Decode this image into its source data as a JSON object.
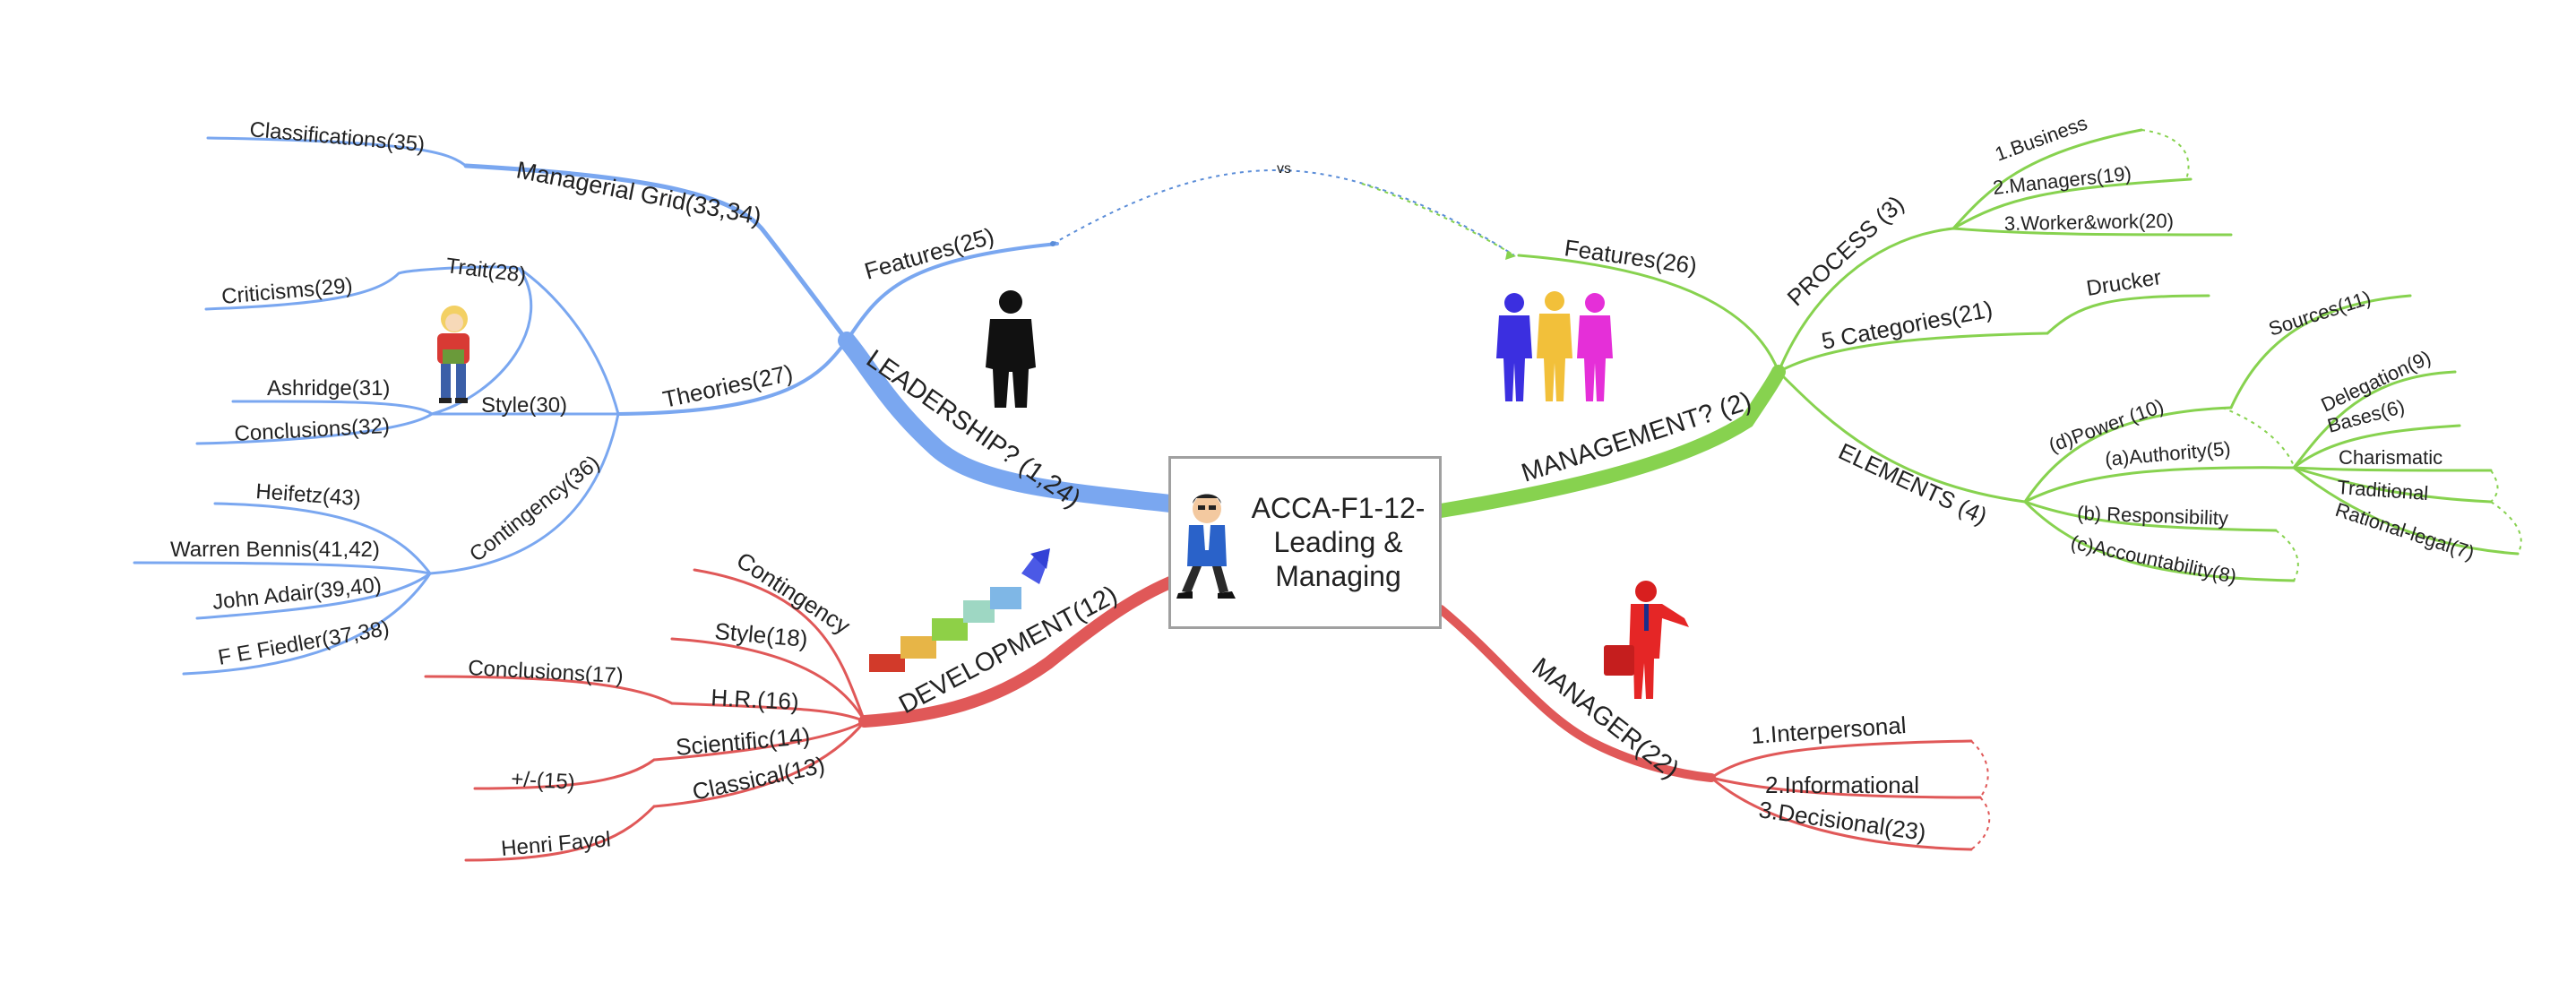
{
  "colors": {
    "leadership": "#7aa7f0",
    "management": "#87d24f",
    "development": "#e05858",
    "manager": "#e05858",
    "connector": "#5b8dd8"
  },
  "central": {
    "title": "ACCA-F1-12-\nLeading &\nManaging"
  },
  "connector": {
    "label": "vs"
  },
  "leadership": {
    "label": "LEADERSHIP? (1,24)",
    "features": "Features(25)",
    "managerial_grid": "Managerial Grid(33,34)",
    "classifications": "Classifications(35)",
    "theories": "Theories(27)",
    "trait": "Trait(28)",
    "criticisms": "Criticisms(29)",
    "style": "Style(30)",
    "ashridge": "Ashridge(31)",
    "conclusions": "Conclusions(32)",
    "contingency": "Contingency(36)",
    "heifetz": "Heifetz(43)",
    "warren_bennis": "Warren Bennis(41,42)",
    "john_adair": "John Adair(39,40)",
    "fiedler": "F E Fiedler(37,38)"
  },
  "development": {
    "label": "DEVELOPMENT(12)",
    "contingency": "Contingency",
    "style": "Style(18)",
    "hr": "H.R.(16)",
    "conclusions": "Conclusions(17)",
    "scientific": "Scientific(14)",
    "plusminus": "+/-(15)",
    "classical": "Classical(13)",
    "fayol": "Henri Fayol"
  },
  "management": {
    "label": "MANAGEMENT? (2)",
    "features": "Features(26)",
    "process": "PROCESS (3)",
    "business": "1.Business",
    "managers": "2.Managers(19)",
    "worker": "3.Worker&work(20)",
    "categories": "5 Categories(21)",
    "drucker": "Drucker",
    "elements": "ELEMENTS (4)",
    "power": "(d)Power (10)",
    "sources": "Sources(11)",
    "authority": "(a)Authority(5)",
    "delegation": "Delegation(9)",
    "bases": "Bases(6)",
    "charismatic": "Charismatic",
    "traditional": "Traditional",
    "rational": "Rational-legal(7)",
    "responsibility": "(b) Responsibility",
    "accountability": "(c)Accountability(8)"
  },
  "manager": {
    "label": "MANAGER(22)",
    "interpersonal": "1.Interpersonal",
    "informational": "2.Informational",
    "decisional": "3.Decisional(23)"
  }
}
